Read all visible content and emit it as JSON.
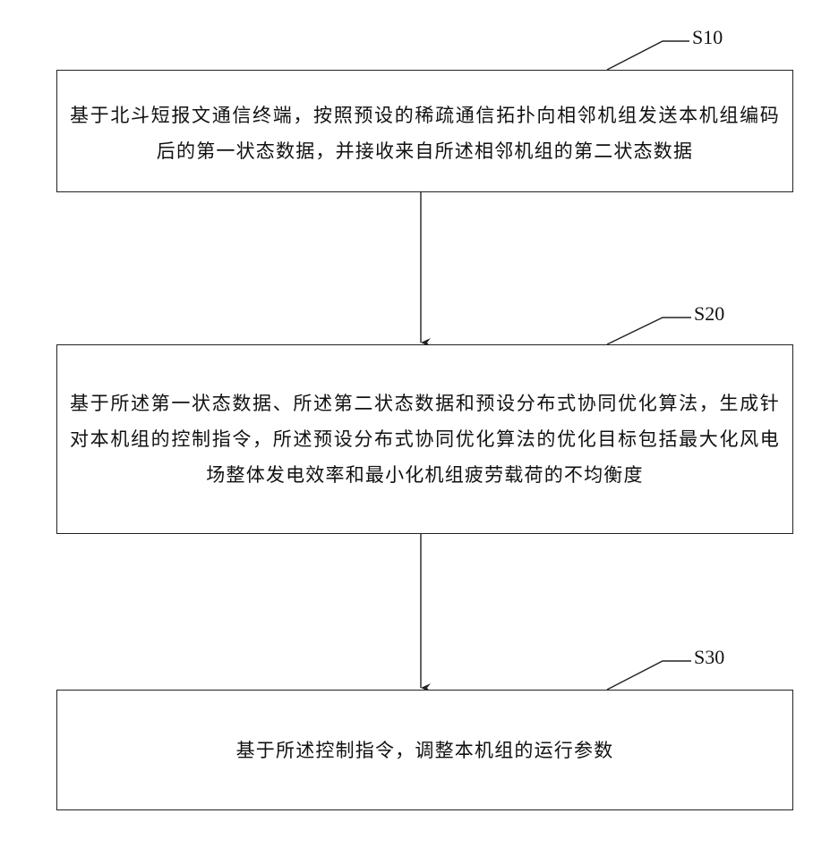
{
  "steps": [
    {
      "label": "S10",
      "text": "基于北斗短报文通信终端，按照预设的稀疏通信拓扑向相邻机组发送本机组编码后的第一状态数据，并接收来自所述相邻机组的第二状态数据"
    },
    {
      "label": "S20",
      "text": "基于所述第一状态数据、所述第二状态数据和预设分布式协同优化算法，生成针对本机组的控制指令，所述预设分布式协同优化算法的优化目标包括最大化风电场整体发电效率和最小化机组疲劳载荷的不均衡度"
    },
    {
      "label": "S30",
      "text": "基于所述控制指令，调整本机组的运行参数"
    }
  ]
}
